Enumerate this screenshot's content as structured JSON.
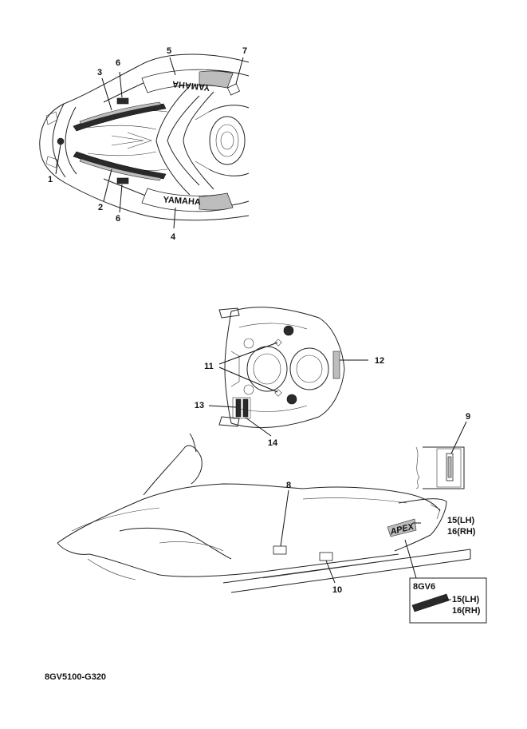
{
  "diagram": {
    "brand_text_upper": "YAMAHA",
    "brand_text_lower": "YAMAHA",
    "apex_text": "APEX",
    "inset_model": "8GV6",
    "figure_code": "8GV5100-G320",
    "callouts": {
      "c1": "1",
      "c2": "2",
      "c3": "3",
      "c4": "4",
      "c5": "5",
      "c6a": "6",
      "c6b": "6",
      "c7": "7",
      "c8": "8",
      "c9": "9",
      "c10": "10",
      "c11": "11",
      "c12": "12",
      "c13": "13",
      "c14": "14",
      "c15": "15(LH)",
      "c16": "16(RH)",
      "c15_inset": "15(LH)",
      "c16_inset": "16(RH)"
    }
  }
}
